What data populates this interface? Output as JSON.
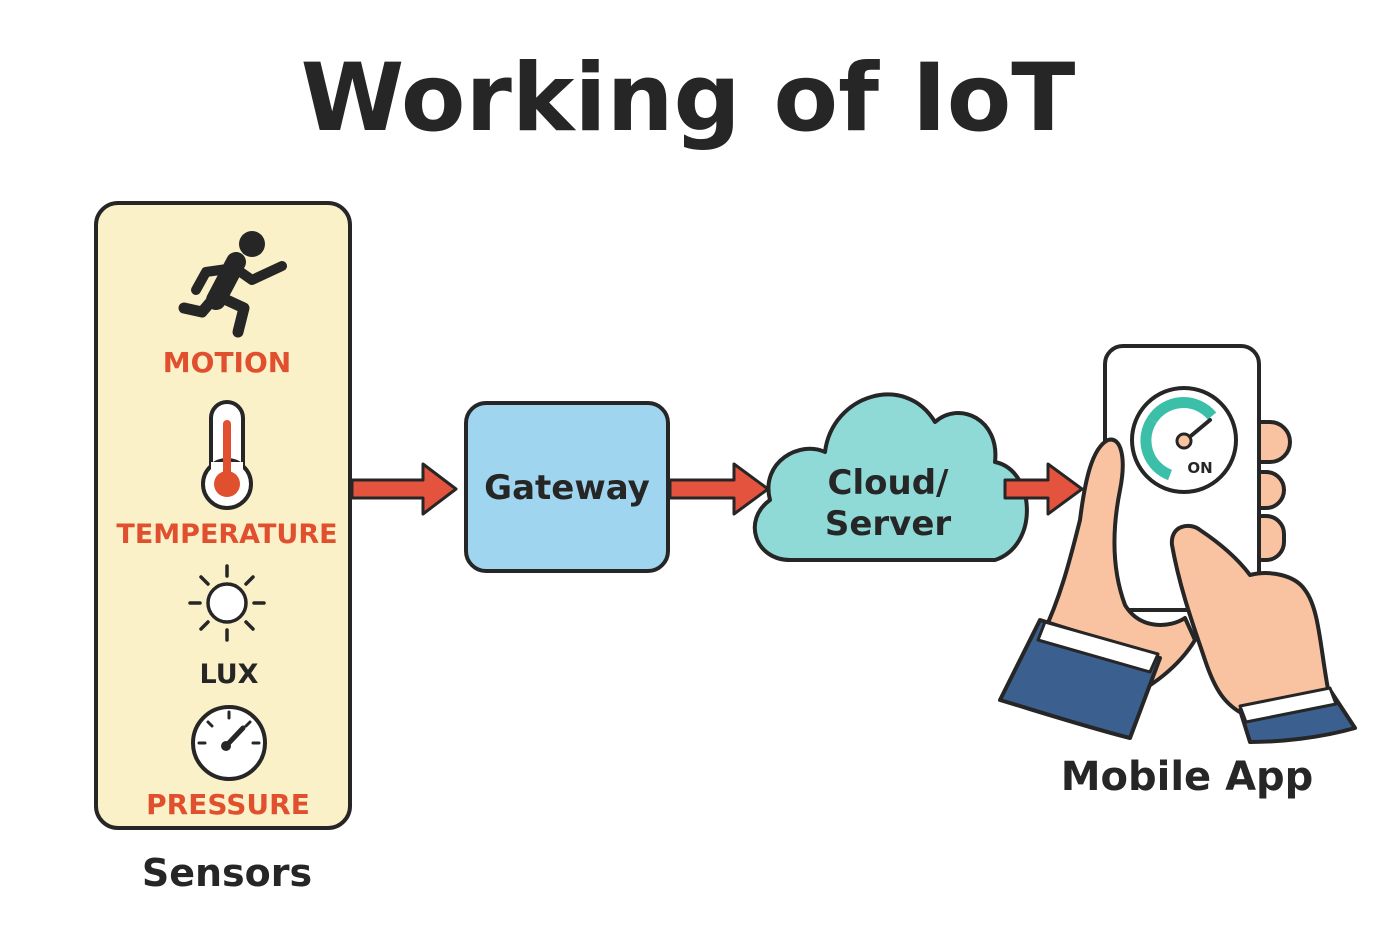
{
  "title": "Working of IoT",
  "sensors": {
    "caption": "Sensors",
    "items": [
      {
        "label": "MOTION",
        "icon": "running-person-icon",
        "color": "#e0502f"
      },
      {
        "label": "TEMPERATURE",
        "icon": "thermometer-icon",
        "color": "#e0502f"
      },
      {
        "label": "LUX",
        "icon": "sun-icon",
        "color": "#262626"
      },
      {
        "label": "PRESSURE",
        "icon": "pressure-gauge-icon",
        "color": "#e0502f"
      }
    ]
  },
  "gateway": {
    "label": "Gateway"
  },
  "cloud": {
    "line1": "Cloud/",
    "line2": "Server"
  },
  "mobile": {
    "caption": "Mobile App",
    "status": "ON"
  },
  "colors": {
    "text": "#262626",
    "accent_red": "#e0502f",
    "arrow": "#e4533e",
    "sensor_panel": "#fbf1c8",
    "gateway_fill": "#9fd5ef",
    "cloud_fill": "#8fd9d7",
    "gauge_teal": "#3cbfa8",
    "skin": "#f9c3a1",
    "sleeve": "#3b5f8f"
  }
}
